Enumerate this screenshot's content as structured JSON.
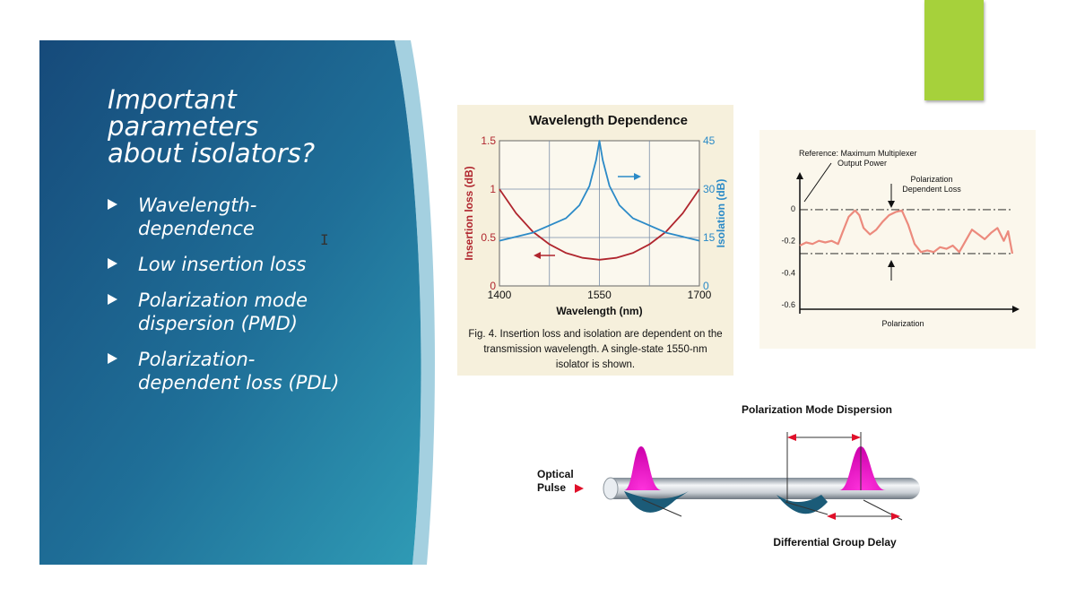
{
  "slide": {
    "title_lines": [
      "Important",
      "parameters",
      "about isolators?"
    ],
    "bullets": [
      {
        "lines": [
          "Wavelength-",
          "dependence"
        ]
      },
      {
        "lines": [
          "Low insertion loss"
        ]
      },
      {
        "lines": [
          "Polarization mode",
          "dispersion (PMD)"
        ]
      },
      {
        "lines": [
          "Polarization-",
          "dependent loss (PDL)"
        ]
      }
    ],
    "cursor_glyph": "I",
    "colors": {
      "panel_dark": "#164a7a",
      "panel_light": "#2f9bb5",
      "accent_green": "#a6d13b"
    }
  },
  "wavelength_figure": {
    "caption_lines": [
      "Fig. 4. Insertion loss and isolation are dependent on the",
      "transmission wavelength. A single-state 1550-nm",
      "isolator is shown."
    ]
  },
  "pdl_figure": {
    "reference_lines": [
      "Reference: Maximum Multiplexer",
      "Output Power"
    ],
    "pdl_label_lines": [
      "Polarization",
      "Dependent Loss"
    ]
  },
  "pmd_figure": {
    "title": "Polarization Mode Dispersion",
    "input_label_lines": [
      "Optical",
      "Pulse"
    ],
    "delay_label": "Differential Group Delay"
  },
  "chart_data": [
    {
      "type": "line",
      "title": "Wavelength Dependence",
      "xlabel": "Wavelength (nm)",
      "ylabel": "Insertion loss (dB)",
      "y2label": "Isolation (dB)",
      "xlim": [
        1400,
        1700
      ],
      "ylim": [
        0,
        1.5
      ],
      "y2lim": [
        0,
        45
      ],
      "xticks": [
        "1400",
        "1550",
        "1700"
      ],
      "yticks": [
        "0",
        "0.5",
        "1",
        "1.5"
      ],
      "y2ticks": [
        "0",
        "15",
        "30",
        "45"
      ],
      "grid": true,
      "series": [
        {
          "axis": "left",
          "color": "#b0262e",
          "x": [
            1400,
            1425,
            1450,
            1475,
            1500,
            1525,
            1550,
            1575,
            1600,
            1625,
            1650,
            1675,
            1700
          ],
          "y": [
            1.0,
            0.75,
            0.56,
            0.43,
            0.34,
            0.29,
            0.27,
            0.29,
            0.34,
            0.43,
            0.56,
            0.75,
            1.0
          ]
        },
        {
          "axis": "right",
          "color": "#2b8ac7",
          "x": [
            1400,
            1450,
            1500,
            1520,
            1535,
            1545,
            1550,
            1555,
            1565,
            1580,
            1600,
            1650,
            1700
          ],
          "y": [
            14,
            16.5,
            21,
            25,
            31,
            39,
            45,
            39,
            31,
            25,
            21,
            16.5,
            14
          ]
        }
      ]
    },
    {
      "type": "line",
      "xlabel": "Polarization",
      "ylim": [
        -0.6,
        0.05
      ],
      "yticks": [
        "0",
        "-0.2",
        "-0.4",
        "-0.6"
      ],
      "series": [
        {
          "color": "#ec8a7d",
          "x": [
            0,
            0.03,
            0.06,
            0.09,
            0.12,
            0.15,
            0.18,
            0.2,
            0.23,
            0.26,
            0.28,
            0.3,
            0.33,
            0.36,
            0.39,
            0.42,
            0.45,
            0.48,
            0.51,
            0.54,
            0.57,
            0.6,
            0.63,
            0.66,
            0.69,
            0.72,
            0.75,
            0.78,
            0.81,
            0.84,
            0.87,
            0.9,
            0.93,
            0.96,
            0.98,
            1.0
          ],
          "y": [
            -0.23,
            -0.21,
            -0.22,
            -0.2,
            -0.21,
            -0.2,
            -0.22,
            -0.15,
            -0.05,
            -0.01,
            -0.04,
            -0.12,
            -0.16,
            -0.13,
            -0.08,
            -0.04,
            -0.02,
            -0.01,
            -0.1,
            -0.22,
            -0.27,
            -0.26,
            -0.27,
            -0.24,
            -0.25,
            -0.23,
            -0.27,
            -0.2,
            -0.13,
            -0.16,
            -0.19,
            -0.15,
            -0.12,
            -0.2,
            -0.14,
            -0.28
          ]
        }
      ],
      "reference_lines": {
        "max": -0.005,
        "min": -0.28
      }
    }
  ]
}
